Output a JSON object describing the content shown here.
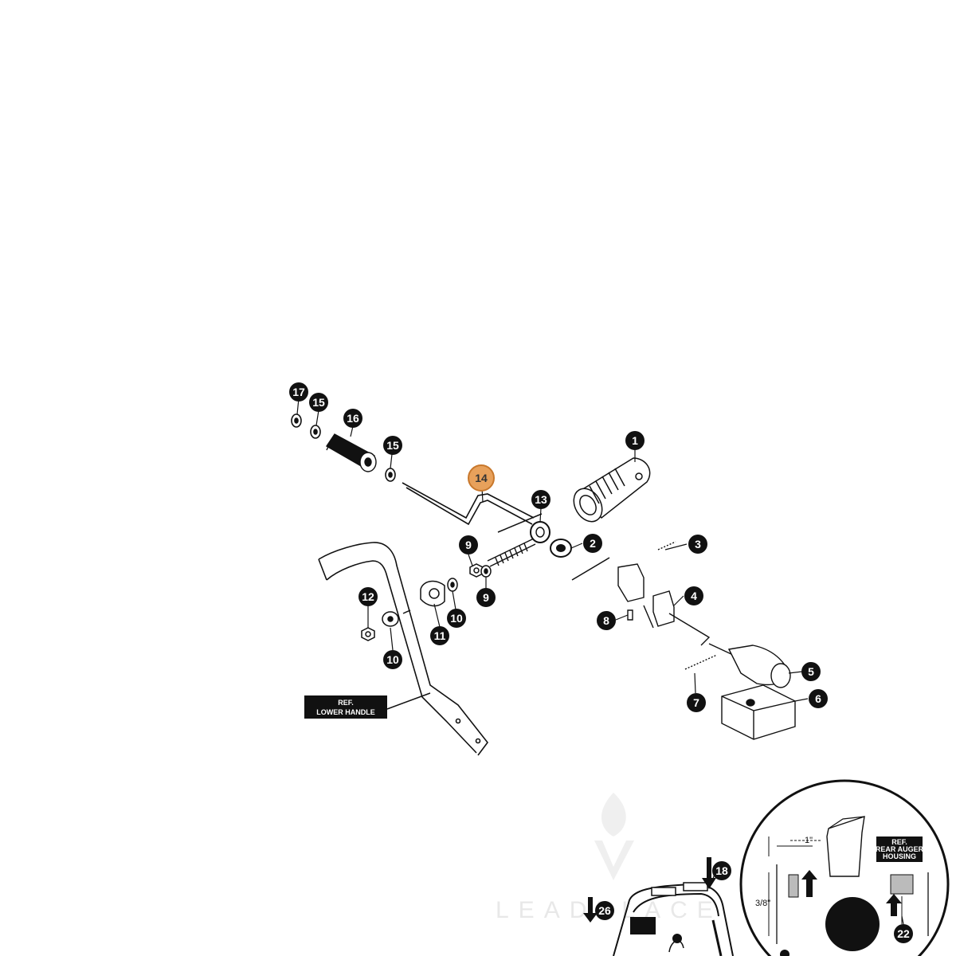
{
  "diagram": {
    "callouts": [
      {
        "label": "1"
      },
      {
        "label": "2"
      },
      {
        "label": "3"
      },
      {
        "label": "4"
      },
      {
        "label": "5"
      },
      {
        "label": "6"
      },
      {
        "label": "7"
      },
      {
        "label": "8"
      },
      {
        "label": "9"
      },
      {
        "label": "9"
      },
      {
        "label": "10"
      },
      {
        "label": "10"
      },
      {
        "label": "11"
      },
      {
        "label": "12"
      },
      {
        "label": "13"
      },
      {
        "label": "14",
        "highlighted": true
      },
      {
        "label": "15"
      },
      {
        "label": "15"
      },
      {
        "label": "16"
      },
      {
        "label": "17"
      },
      {
        "label": "18"
      },
      {
        "label": "22"
      },
      {
        "label": "26"
      }
    ],
    "ref_lower_handle": {
      "line1": "REF.",
      "line2": "LOWER HANDLE"
    },
    "inset": {
      "ref_rear_auger": {
        "line1": "REF.",
        "line2": "REAR AUGER",
        "line3": "HOUSING"
      },
      "dim_horizontal": "1\"",
      "dim_vertical": "3/8\""
    },
    "watermark": "LEADPLACE",
    "colors": {
      "ink": "#111111",
      "highlight": "#e8a15b",
      "highlight_stroke": "#c8782c",
      "watermark": "#e6e6e6"
    }
  }
}
